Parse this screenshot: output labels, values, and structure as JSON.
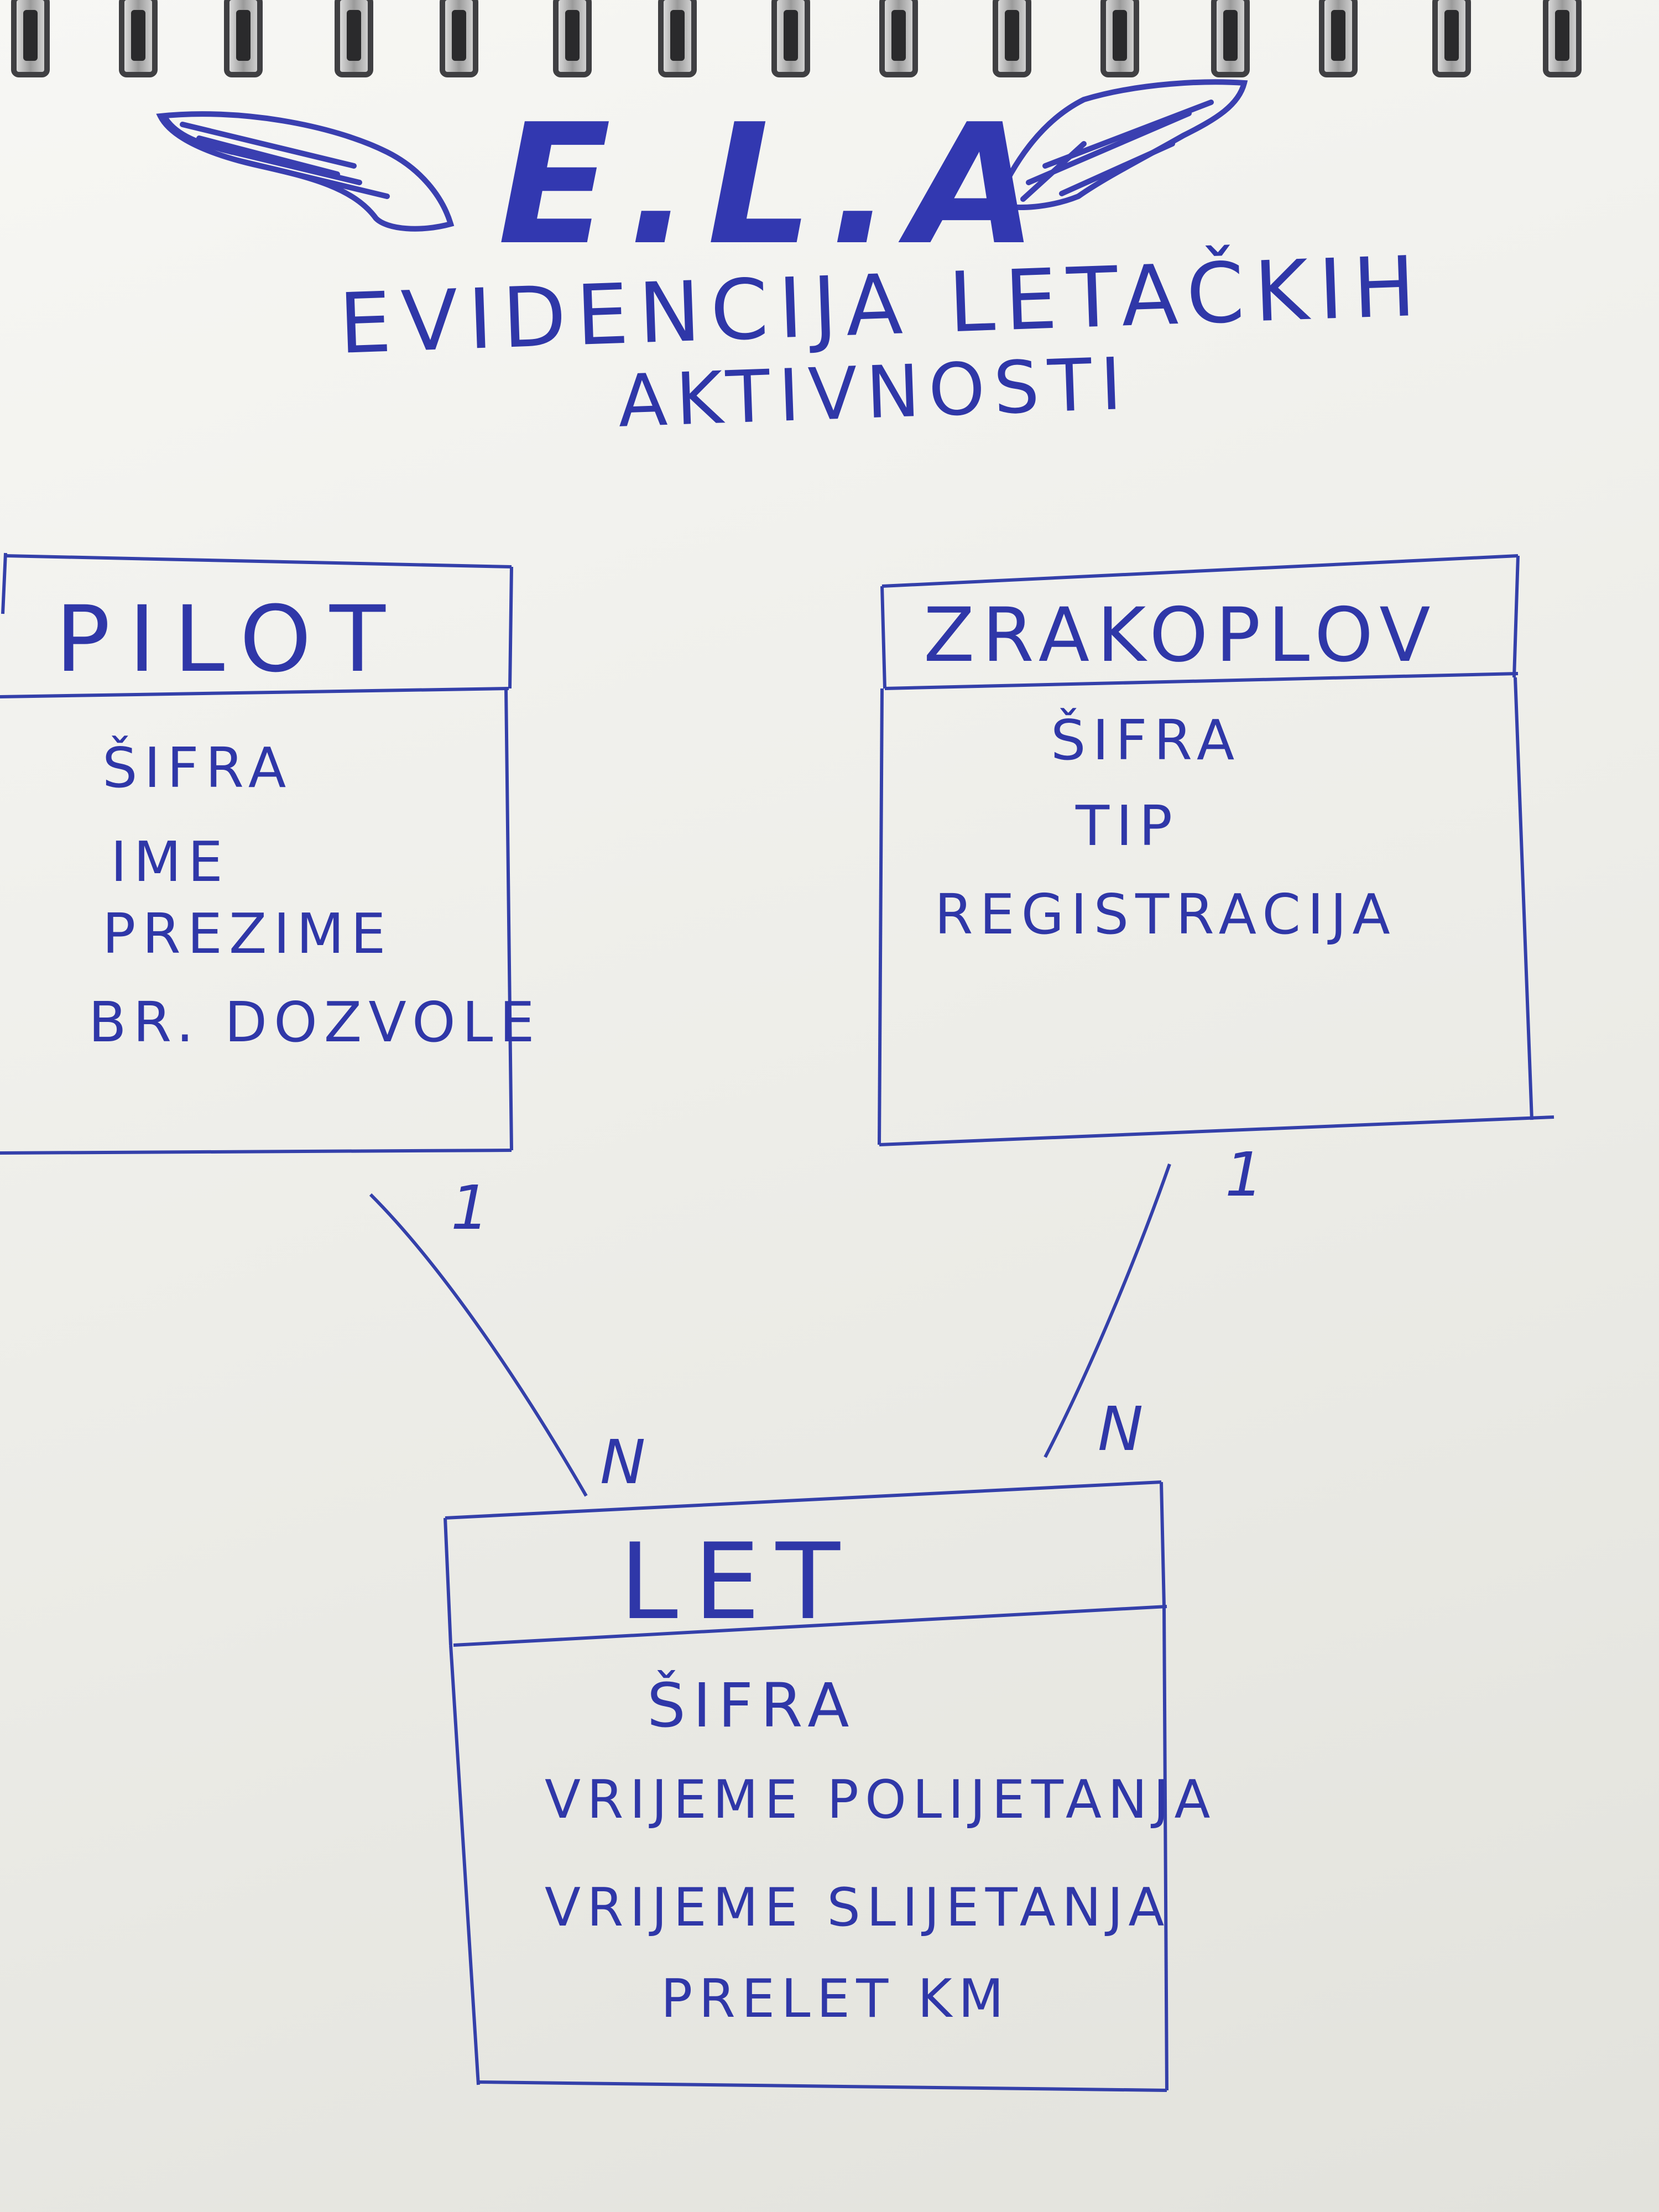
{
  "header": {
    "logo": "E.L.A",
    "subtitle_line1": "EVIDENCIJA LETAČKIH",
    "subtitle_line2": "AKTIVNOSTI"
  },
  "entities": {
    "pilot": {
      "title": "PILOT",
      "attributes": [
        "ŠIFRA",
        "IME",
        "PREZIME",
        "BR. DOZVOLE"
      ]
    },
    "aircraft": {
      "title": "ZRAKOPLOV",
      "attributes": [
        "ŠIFRA",
        "TIP",
        "REGISTRACIJA"
      ]
    },
    "flight": {
      "title": "LET",
      "attributes": [
        "ŠIFRA",
        "VRIJEME POLIJETANJA",
        "VRIJEME SLIJETANJA",
        "PRELET KM"
      ]
    }
  },
  "relationships": {
    "pilot_flight": {
      "from_cardinality": "1",
      "to_cardinality": "N"
    },
    "aircraft_flight": {
      "from_cardinality": "1",
      "to_cardinality": "N"
    }
  },
  "ink_color": "#2f37a8"
}
